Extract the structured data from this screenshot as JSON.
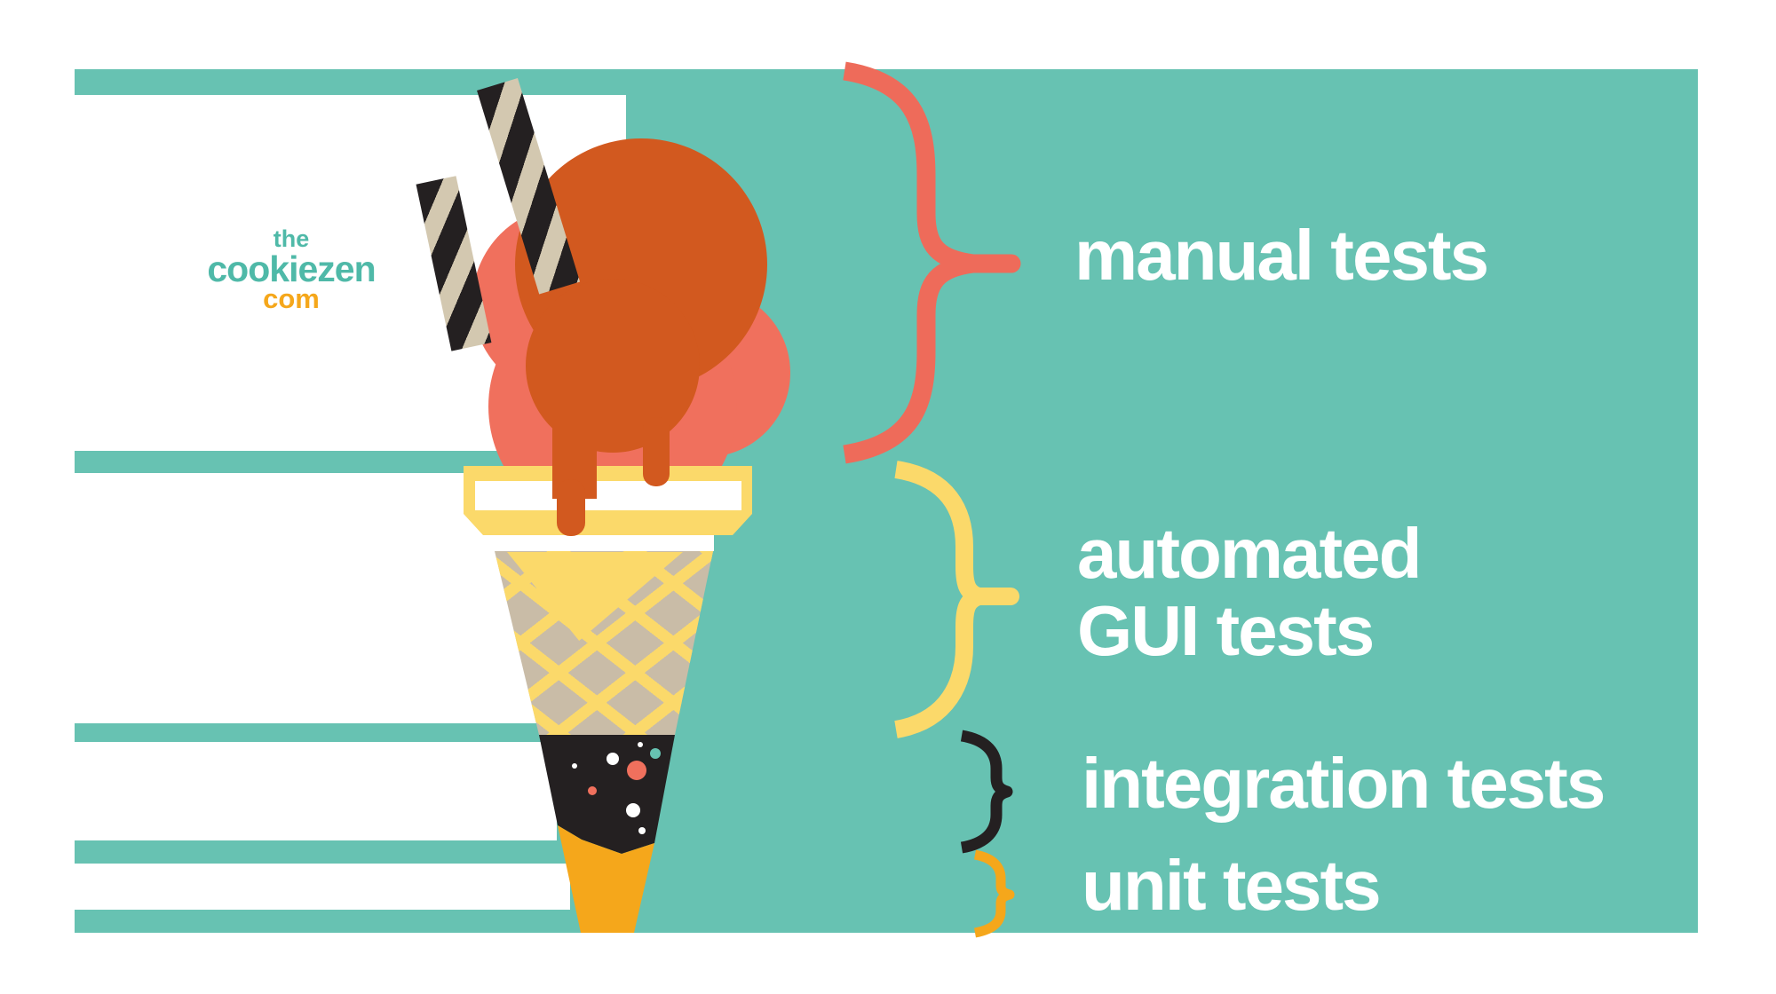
{
  "logo": {
    "top": "the",
    "middle": "cookiezen",
    "bottom": "com"
  },
  "labels": {
    "manual": "manual tests",
    "gui_line1": "automated",
    "gui_line2": "GUI tests",
    "integration": "integration tests",
    "unit": "unit tests"
  },
  "annotations": [
    {
      "label": "manual tests",
      "brace_color": "coral",
      "portion": "top half of ice cream (scoops)"
    },
    {
      "label": "automated GUI tests",
      "brace_color": "yellow",
      "portion": "waffle cone body"
    },
    {
      "label": "integration tests",
      "brace_color": "ink",
      "portion": "black sprinkle section"
    },
    {
      "label": "unit tests",
      "brace_color": "amber",
      "portion": "cone tip"
    }
  ],
  "colors": {
    "teal": "#67C2B2",
    "logoteal": "#4FB9A8",
    "paper": "#FFFFFF",
    "coral": "#EE6B5A",
    "salmon": "#F0705D",
    "rust": "#D2591F",
    "yellow": "#FBD96A",
    "tan": "#C9BCA7",
    "cream": "#D3C8B0",
    "ink": "#242021",
    "amber": "#F5A71B"
  }
}
